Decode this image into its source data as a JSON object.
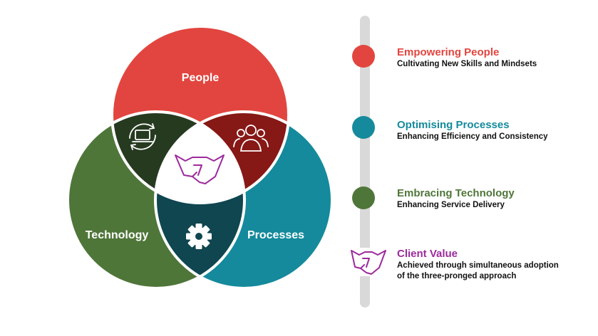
{
  "colors": {
    "people": "#e2453f",
    "processes": "#148a9c",
    "technology": "#4f7639",
    "people_tech": "#263a20",
    "people_proc": "#861816",
    "tech_proc": "#0f4650",
    "client": "#9c2a9c",
    "rail": "#d9d9d9"
  },
  "venn": {
    "people_label": "People",
    "technology_label": "Technology",
    "processes_label": "Processes",
    "icons": {
      "people_tech": "laptop-sync-icon",
      "people_proc": "team-icon",
      "tech_proc": "gear-icon",
      "center": "handshake-icon"
    }
  },
  "legend": [
    {
      "title": "Empowering People",
      "sub1": "Cultivating New Skills and Mindsets",
      "sub2": "",
      "color": "#e2453f",
      "marker": "dot"
    },
    {
      "title": "Optimising Processes",
      "sub1": "Enhancing Efficiency and Consistency",
      "sub2": "",
      "color": "#148a9c",
      "marker": "dot"
    },
    {
      "title": "Embracing Technology",
      "sub1": "Enhancing Service Delivery",
      "sub2": "",
      "color": "#4f7639",
      "marker": "dot"
    },
    {
      "title": "Client Value",
      "sub1": "Achieved through simultaneous adoption",
      "sub2": "of the three-pronged approach",
      "color": "#9c2a9c",
      "marker": "handshake-icon"
    }
  ]
}
